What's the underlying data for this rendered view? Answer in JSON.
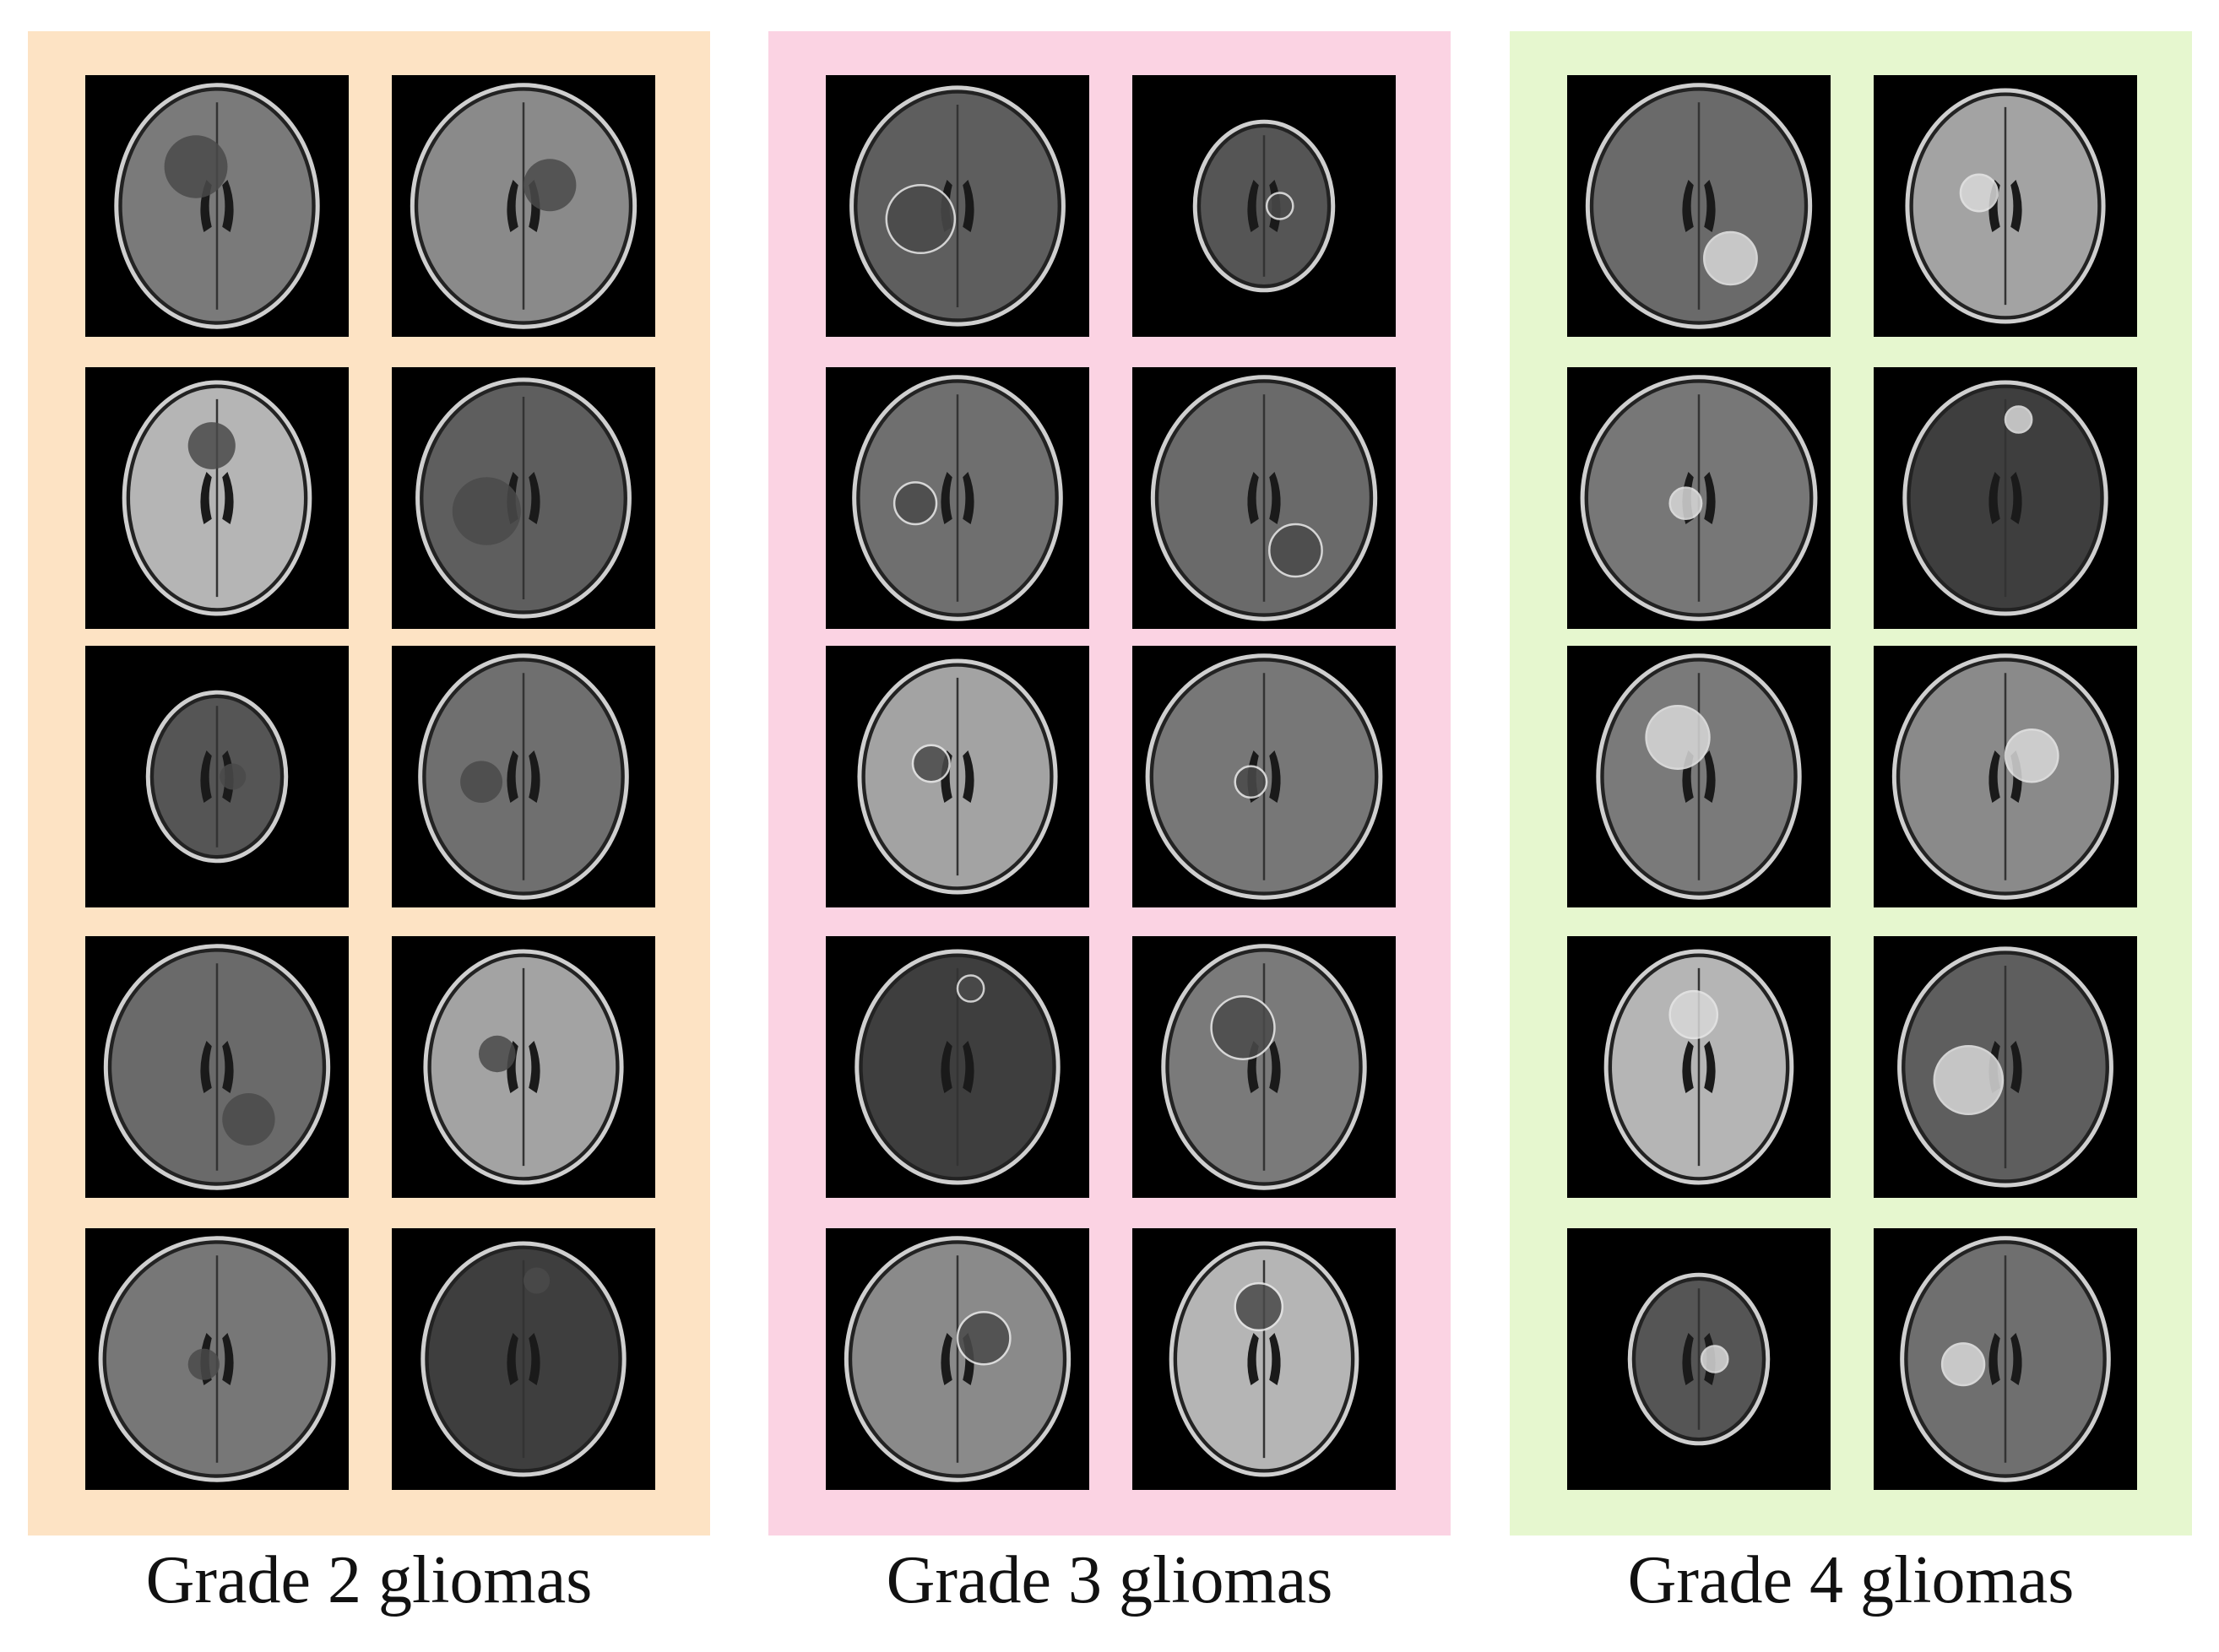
{
  "panels": [
    {
      "caption": "Grade 2 gliomas",
      "background": "#fde3c4",
      "rows": 5,
      "cols": 2,
      "tile_content": "axial brain MRI slice"
    },
    {
      "caption": "Grade 3 gliomas",
      "background": "#fbd3e3",
      "rows": 5,
      "cols": 2,
      "tile_content": "axial brain MRI slice"
    },
    {
      "caption": "Grade 4 gliomas",
      "background": "#e6f7cf",
      "rows": 5,
      "cols": 2,
      "tile_content": "axial brain MRI slice"
    }
  ]
}
